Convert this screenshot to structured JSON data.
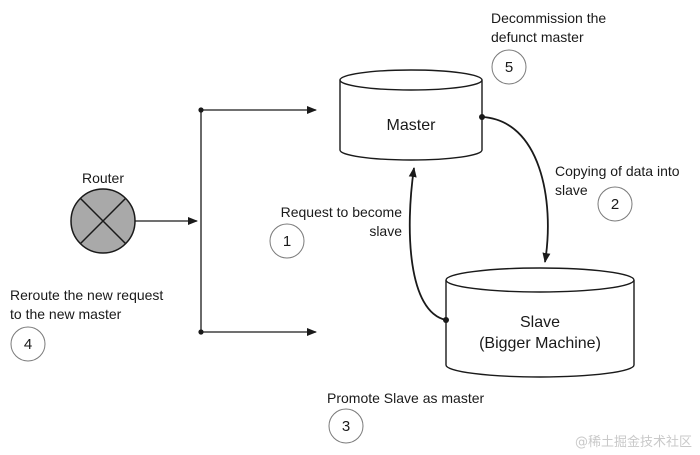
{
  "router": {
    "label": "Router"
  },
  "master": {
    "label": "Master"
  },
  "slave": {
    "line1": "Slave",
    "line2": "(Bigger Machine)"
  },
  "steps": [
    {
      "num": "1",
      "lines": [
        "Request to become",
        "slave"
      ]
    },
    {
      "num": "2",
      "lines": [
        "Copying of data into",
        "slave"
      ]
    },
    {
      "num": "3",
      "lines": [
        "Promote Slave as master"
      ]
    },
    {
      "num": "4",
      "lines": [
        "Reroute the new request",
        "to the new master"
      ]
    },
    {
      "num": "5",
      "lines": [
        "Decommission the",
        "defunct master"
      ]
    }
  ],
  "watermark": "@稀土掘金技术社区",
  "colors": {
    "stroke": "#1a1a1a",
    "router_fill": "#a9a9a9",
    "watermark": "#c9c9c9"
  }
}
